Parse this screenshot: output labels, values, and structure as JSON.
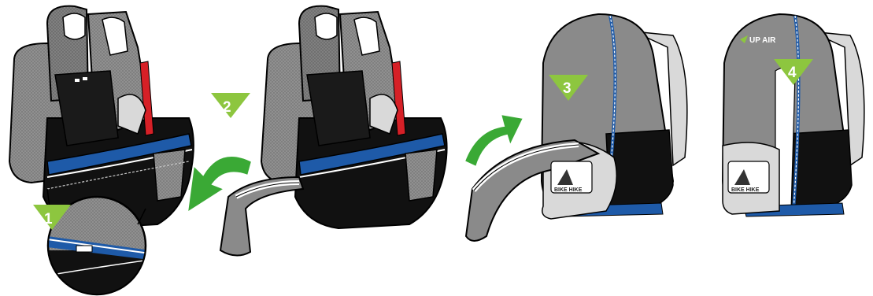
{
  "steps": [
    {
      "number": "1",
      "illustration": "unzip-harness-cover"
    },
    {
      "number": "2",
      "illustration": "fold-cover-down"
    },
    {
      "number": "3",
      "illustration": "fold-cover-up"
    },
    {
      "number": "4",
      "illustration": "zip-up-backpack"
    }
  ],
  "logo": {
    "text": "UP AIR"
  },
  "labels": {
    "small_tag_1": "BIKE HIKE",
    "small_tag_2": "BIKE HIKE"
  },
  "colors": {
    "marker": "#8dc63f",
    "arrow": "#3aa935",
    "fabric_gray": "#8a8a8a",
    "fabric_dark": "#111111",
    "trim_blue": "#1e5aa8",
    "zip_white": "#ffffff"
  }
}
